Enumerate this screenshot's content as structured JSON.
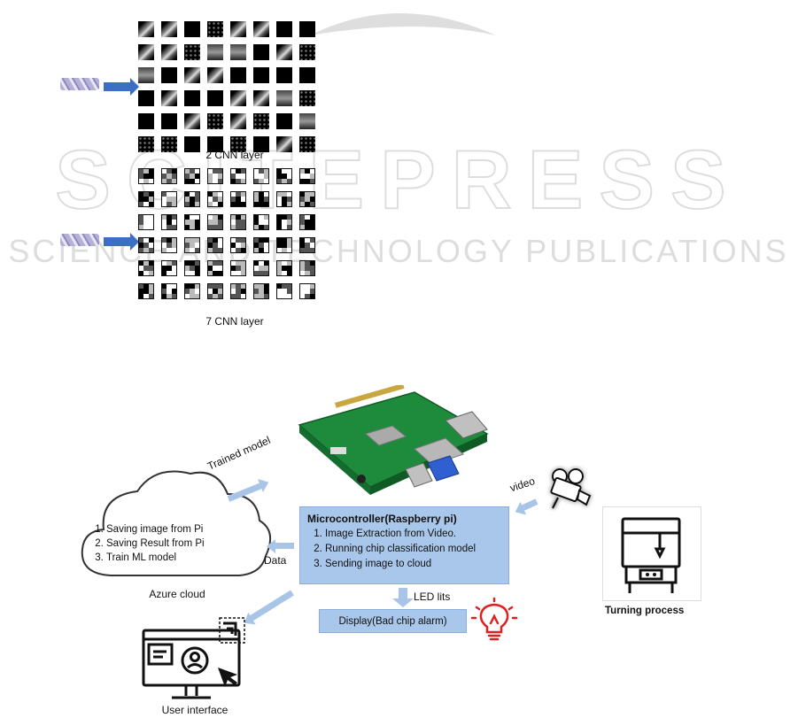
{
  "watermark": {
    "line1": "SCITEPRESS",
    "line2": "SCIENCE AND TECHNOLOGY PUBLICATIONS"
  },
  "cnn": {
    "layer2_caption": "2 CNN layer",
    "layer7_caption": "7 CNN layer"
  },
  "microcontroller": {
    "title": "Microcontroller(Raspberry pi)",
    "items": [
      "Image Extraction from Video.",
      "Running chip classification model",
      "Sending image to cloud"
    ]
  },
  "cloud": {
    "items": [
      "Saving image from Pi",
      "Saving Result from Pi",
      "Train ML model"
    ],
    "caption": "Azure cloud"
  },
  "labels": {
    "trained_model": "Trained model",
    "data": "Data",
    "video": "video",
    "led_lits": "LED lits",
    "display": "Display(Bad chip alarm)",
    "turning_process": "Turning process",
    "user_interface": "User interface"
  },
  "colors": {
    "box_fill": "#a9c7ea",
    "arrow": "#a8c4e6",
    "feature_arrow": "#3b6fc4",
    "alarm": "#e02020",
    "camera_glow": "#3f6dff"
  },
  "icons": [
    "raspberry-pi-board",
    "video-camera-icon",
    "lathe-machine-icon",
    "lightbulb-alarm-icon",
    "user-interface-icon",
    "cloud-icon"
  ]
}
